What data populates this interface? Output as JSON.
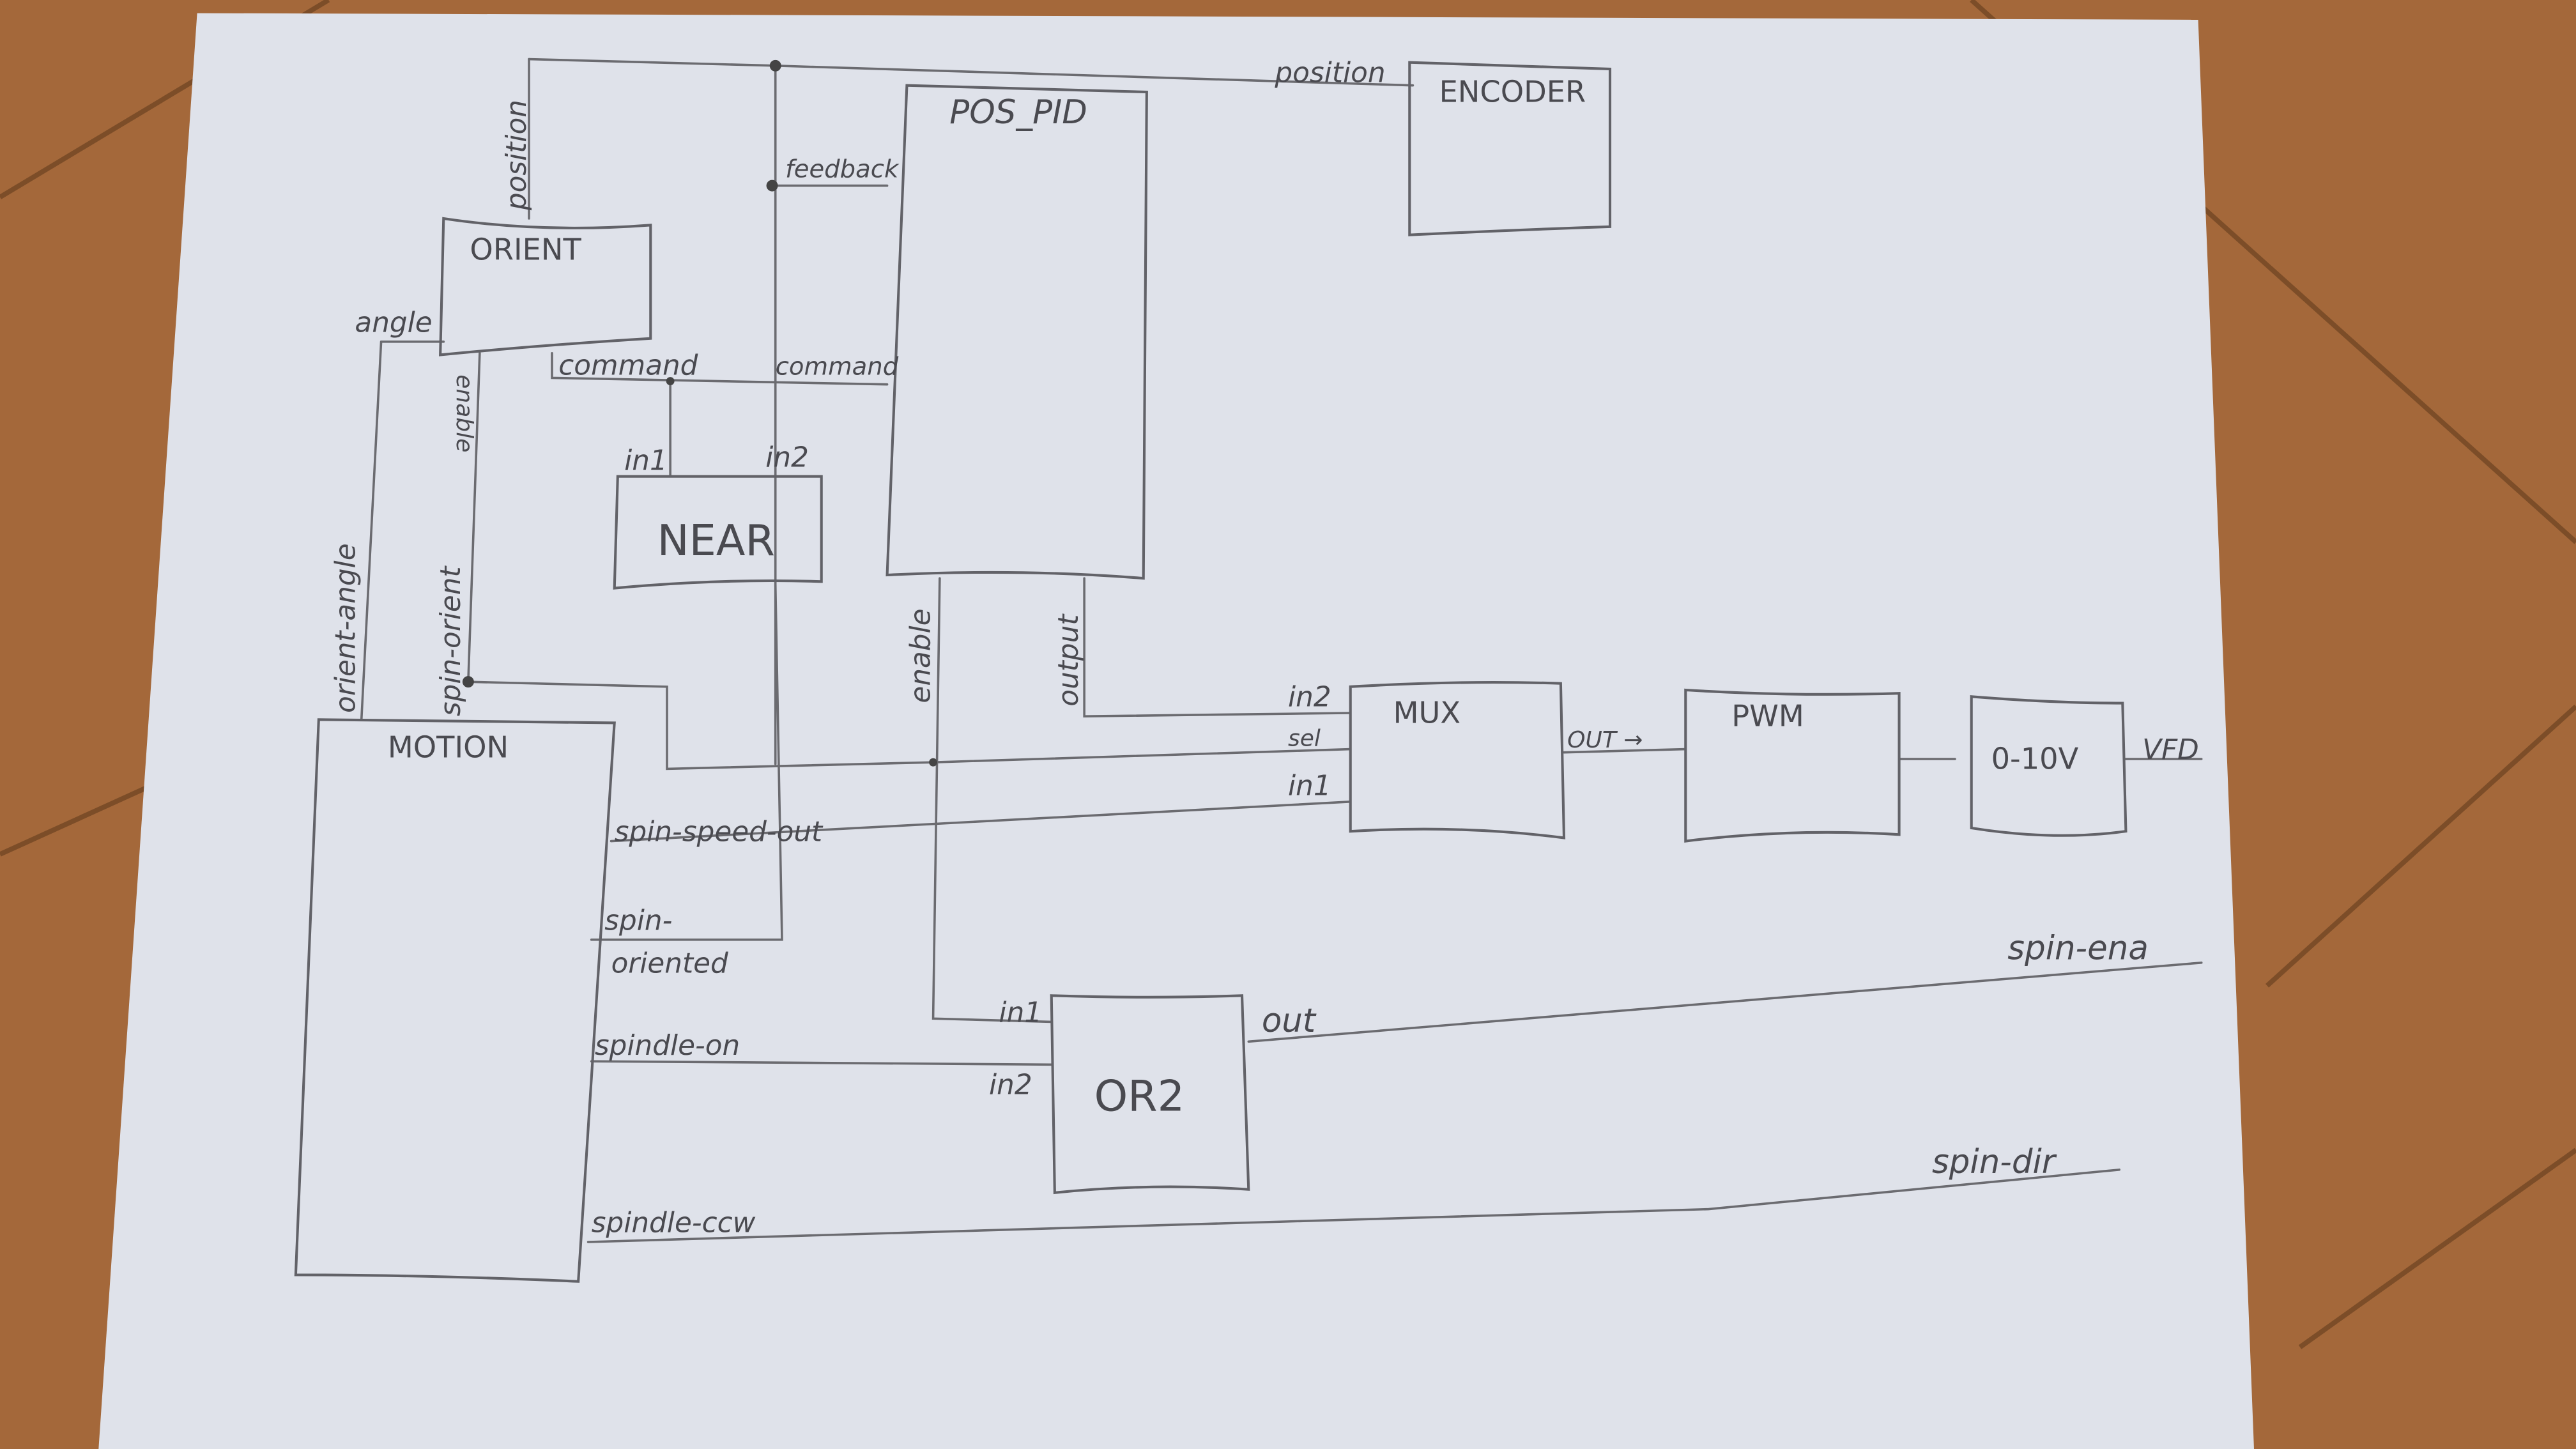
{
  "blocks": {
    "orient": "ORIENT",
    "pos_pid": "POS_PID",
    "encoder": "ENCODER",
    "near": "NEAR",
    "motion": "MOTION",
    "mux": "MUX",
    "pwm": "PWM",
    "dac": "0-10V",
    "or2": "OR2"
  },
  "labels": {
    "encoder_position": "position",
    "orient_position": "position",
    "feedback": "feedback",
    "orient_command": "command",
    "pid_command": "command",
    "near_in1": "in1",
    "near_in2": "in2",
    "angle": "angle",
    "orient_enable": "enable",
    "orient_angle": "orient-angle",
    "spin_orient": "spin-orient",
    "pid_enable": "enable",
    "pid_output": "output",
    "mux_in2": "in2",
    "mux_sel": "sel",
    "mux_in1": "in1",
    "spin_speed_out": "spin-speed-out",
    "spin_oriented_1": "spin-",
    "spin_oriented_2": "oriented",
    "spindle_on": "spindle-on",
    "spindle_ccw": "spindle-ccw",
    "or2_in1": "in1",
    "or2_in2": "in2",
    "or2_out": "out",
    "mux_out": "OUT →",
    "spin_ena": "spin-ena",
    "spin_dir": "spin-dir",
    "vfd": "VFD"
  },
  "colors": {
    "paper": "#dfe2ea",
    "wood": "#a4683a",
    "pencil": "#5a5a60"
  }
}
